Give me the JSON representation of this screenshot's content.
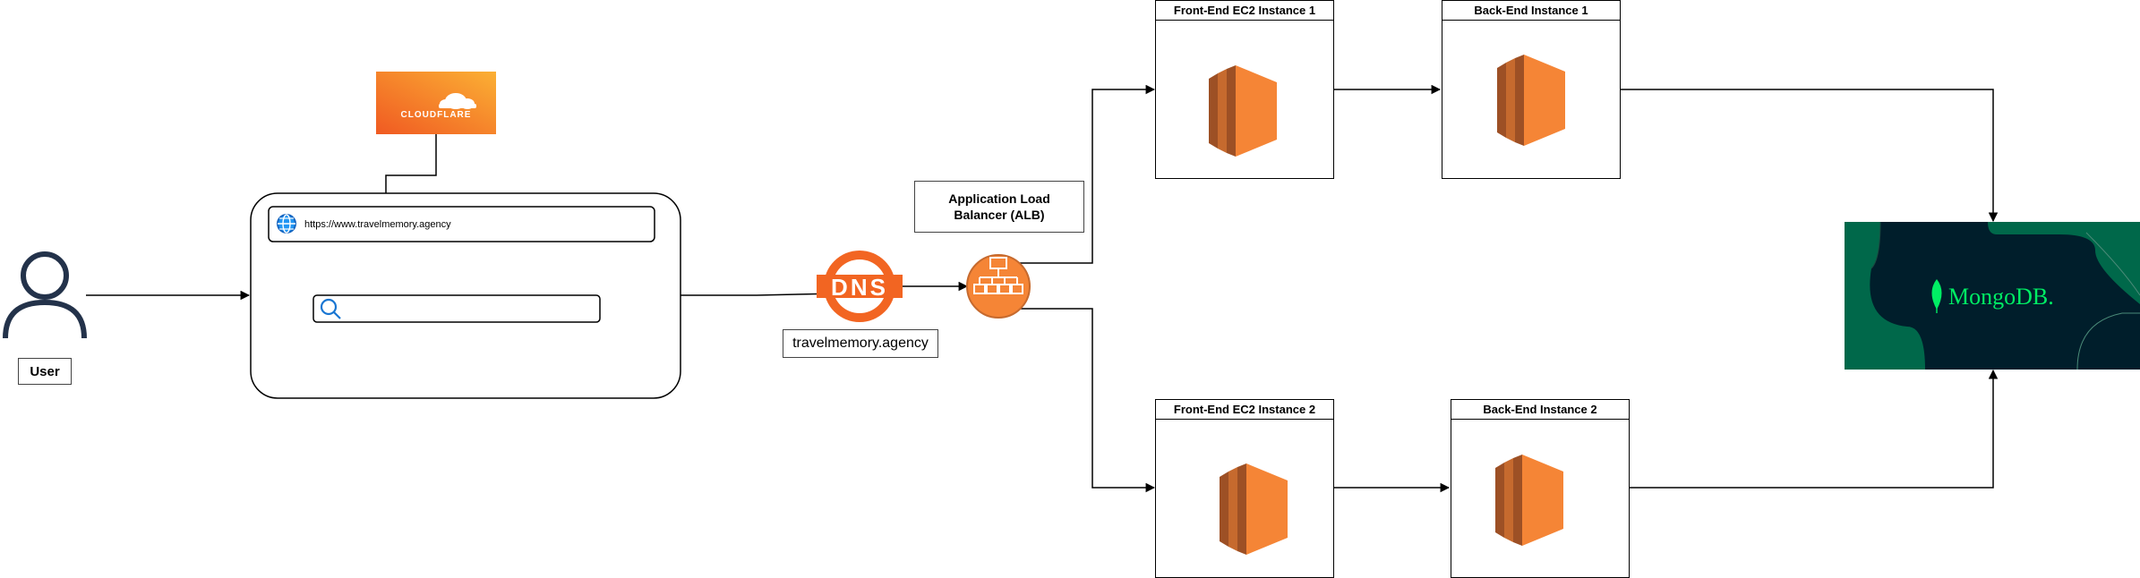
{
  "user": {
    "label": "User"
  },
  "cloudflare": {
    "label": "CLOUDFLARE"
  },
  "browser": {
    "url": "https://www.travelmemory.agency",
    "search_value": ""
  },
  "dns": {
    "icon_text": "DNS",
    "label": "travelmemory.agency"
  },
  "alb": {
    "label": "Application Load Balancer (ALB)"
  },
  "instances": [
    {
      "title": "Front-End EC2 Instance 1"
    },
    {
      "title": "Back-End Instance 1"
    },
    {
      "title": "Front-End EC2 Instance 2"
    },
    {
      "title": "Back-End Instance 2"
    }
  ],
  "mongodb": {
    "label": "MongoDB."
  },
  "colors": {
    "aws_orange": "#f58536",
    "aws_orange_dark": "#9d5025",
    "aws_orange_mid": "#c66a2e",
    "cloudflare_orange": "#f38020",
    "mongo_bg": "#001e2b",
    "mongo_green": "#00ed64",
    "mongo_panel": "#00684a"
  },
  "icons": [
    "user-icon",
    "globe-icon",
    "search-icon",
    "dns-icon",
    "load-balancer-icon",
    "ec2-icon",
    "cloudflare-cloud-icon",
    "mongodb-leaf-icon"
  ]
}
